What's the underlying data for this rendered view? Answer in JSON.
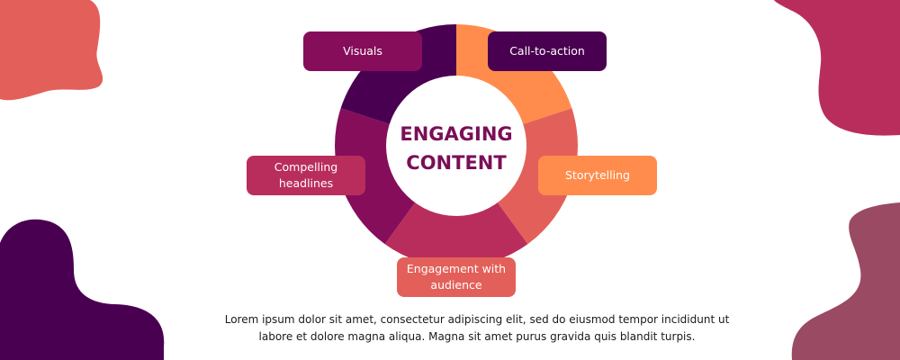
{
  "diagram": {
    "type": "segmented-donut",
    "center_title": [
      "ENGAGING",
      "CONTENT"
    ],
    "segments": [
      {
        "name": "Call-to-action",
        "ring_color": "#ff8c4d",
        "label_color": "#4a0050"
      },
      {
        "name": "Storytelling",
        "ring_color": "#e3605a",
        "label_color": "#ff8c4d"
      },
      {
        "name": "Engagement with audience",
        "ring_color": "#b92d5c",
        "label_color": "#e3605a"
      },
      {
        "name": "Compelling headlines",
        "ring_color": "#860d5a",
        "label_color": "#b92d5c"
      },
      {
        "name": "Visuals",
        "ring_color": "#4a0050",
        "label_color": "#860d5a"
      }
    ],
    "labels": {
      "visuals": "Visuals",
      "call_to_action": "Call-to-action",
      "compelling_headlines": [
        "Compelling",
        "headlines"
      ],
      "storytelling": "Storytelling",
      "engagement": [
        "Engagement with",
        "audience"
      ]
    }
  },
  "description": {
    "line1": "Lorem ipsum dolor sit amet, consectetur adipiscing elit, sed do eiusmod tempor incididunt ut",
    "line2": "labore et dolore magna aliqua. Magna sit amet purus gravida quis blandit turpis."
  },
  "colors": {
    "title": "#7a0f57",
    "blob_top_left": "#e3605a",
    "blob_bottom_left": "#4a0050",
    "blob_top_right": "#b92d5c",
    "blob_bottom_right": "#9a4a62"
  }
}
